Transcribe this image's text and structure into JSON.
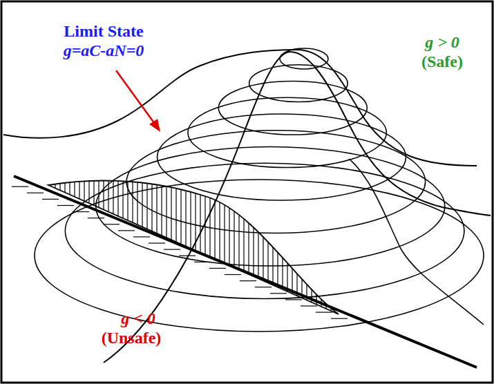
{
  "diagram": {
    "labels": [
      "Limit State",
      "g=aC-aN=0",
      "g > 0",
      "(Safe)",
      "g < 0",
      "(Unsafe)"
    ]
  }
}
